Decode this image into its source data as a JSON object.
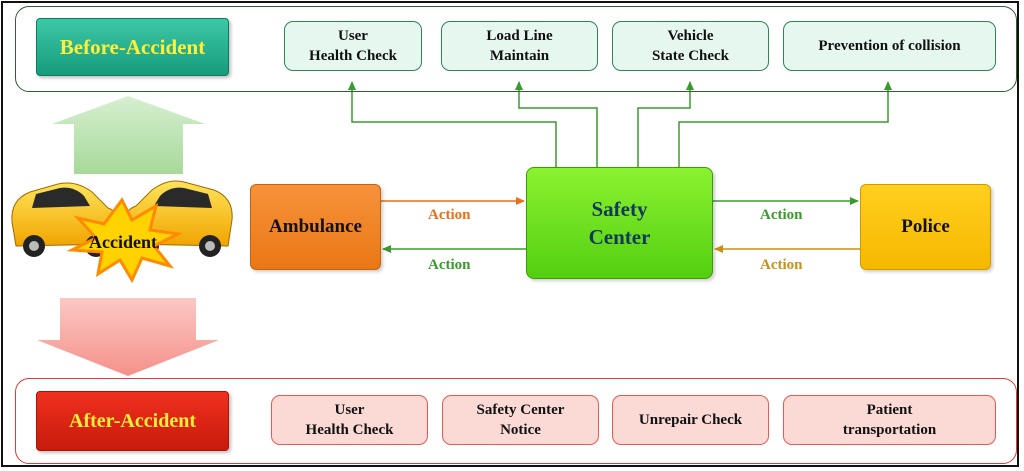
{
  "before": {
    "title": "Before-Accident",
    "tasks": [
      "User\nHealth Check",
      "Load Line\nMaintain",
      "Vehicle\nState Check",
      "Prevention of collision"
    ]
  },
  "after": {
    "title": "After-Accident",
    "tasks": [
      "User\nHealth Check",
      "Safety Center\nNotice",
      "Unrepair Check",
      "Patient\ntransportation"
    ]
  },
  "center": {
    "label": "Safety\nCenter"
  },
  "ambulance": {
    "label": "Ambulance"
  },
  "police": {
    "label": "Police"
  },
  "accident": {
    "label": "Accident"
  },
  "actions": {
    "center_to_ambulance_out": "Action",
    "ambulance_to_center": "Action",
    "center_to_police": "Action",
    "police_to_center": "Action"
  },
  "colors": {
    "green_arrow": "#3b9a2f",
    "orange_arrow": "#e86f1c",
    "gold_arrow": "#c8901a",
    "before_label": "#169c7c",
    "after_label": "#d0200f",
    "center": "#6bdc1c"
  },
  "icons": [
    "car-icon",
    "car-icon",
    "crash-burst-icon",
    "up-arrow-icon",
    "down-arrow-icon"
  ]
}
